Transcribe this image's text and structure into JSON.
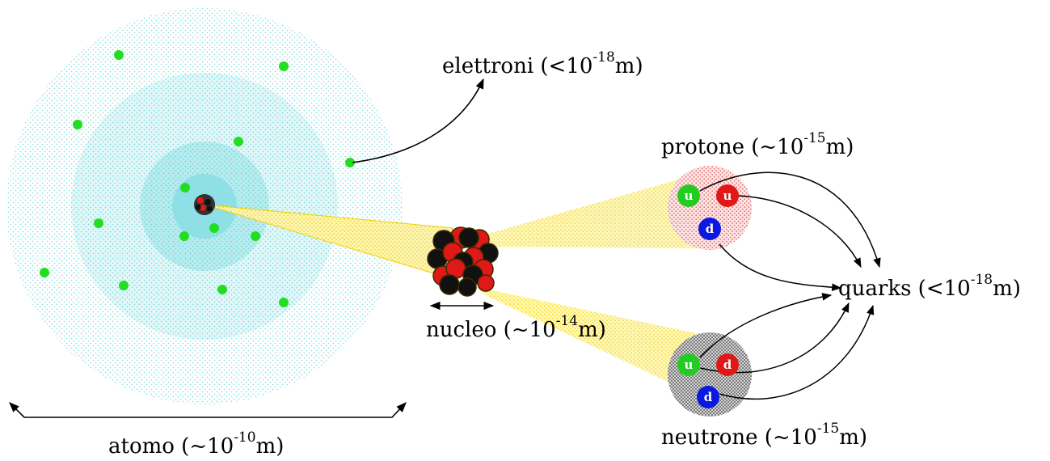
{
  "labels": {
    "electrons": {
      "text": "elettroni  (<10",
      "exp": "-18",
      "unit": "m)"
    },
    "proton": {
      "text": "protone  (~10",
      "exp": "-15",
      "unit": "m)"
    },
    "quarks": {
      "text": "quarks  (<10",
      "exp": "-18",
      "unit": "m)"
    },
    "nucleus": {
      "text": "nucleo  (~10",
      "exp": "-14",
      "unit": "m)"
    },
    "neutron": {
      "text": "neutrone  (~10",
      "exp": "-15",
      "unit": "m)"
    },
    "atom": {
      "text": "atomo  (~10",
      "exp": "-10",
      "unit": "m)"
    }
  },
  "proton_quarks": [
    "u",
    "u",
    "d"
  ],
  "neutron_quarks": [
    "u",
    "d",
    "d"
  ],
  "colors": {
    "electron": "#22dd22",
    "atom_cloud": "#7fdce0",
    "cone": "#ffe866",
    "quark_u_green": "#22cc22",
    "quark_red": "#e01818",
    "quark_blue": "#0a18e0",
    "nucleon_black": "#111111"
  }
}
